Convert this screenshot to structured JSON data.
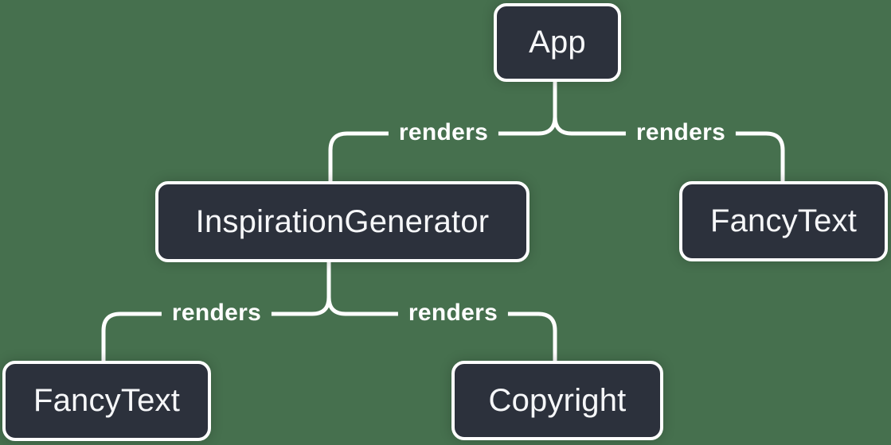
{
  "colors": {
    "background": "#46704E",
    "node_fill": "#2C313C",
    "node_border": "#FFFFFF",
    "node_text": "#F6F7F9",
    "line": "#FFFFFF",
    "edge_label_text": "#FFFFFF"
  },
  "diagram": {
    "type": "component-render-tree",
    "nodes": [
      {
        "id": "app",
        "label": "App"
      },
      {
        "id": "inspiration-generator",
        "label": "InspirationGenerator"
      },
      {
        "id": "fancy-text-right",
        "label": "FancyText"
      },
      {
        "id": "fancy-text-left",
        "label": "FancyText"
      },
      {
        "id": "copyright",
        "label": "Copyright"
      }
    ],
    "edges": [
      {
        "from": "App",
        "to": "InspirationGenerator",
        "label": "renders"
      },
      {
        "from": "App",
        "to": "FancyText",
        "label": "renders"
      },
      {
        "from": "InspirationGenerator",
        "to": "FancyText",
        "label": "renders"
      },
      {
        "from": "InspirationGenerator",
        "to": "Copyright",
        "label": "renders"
      }
    ]
  }
}
